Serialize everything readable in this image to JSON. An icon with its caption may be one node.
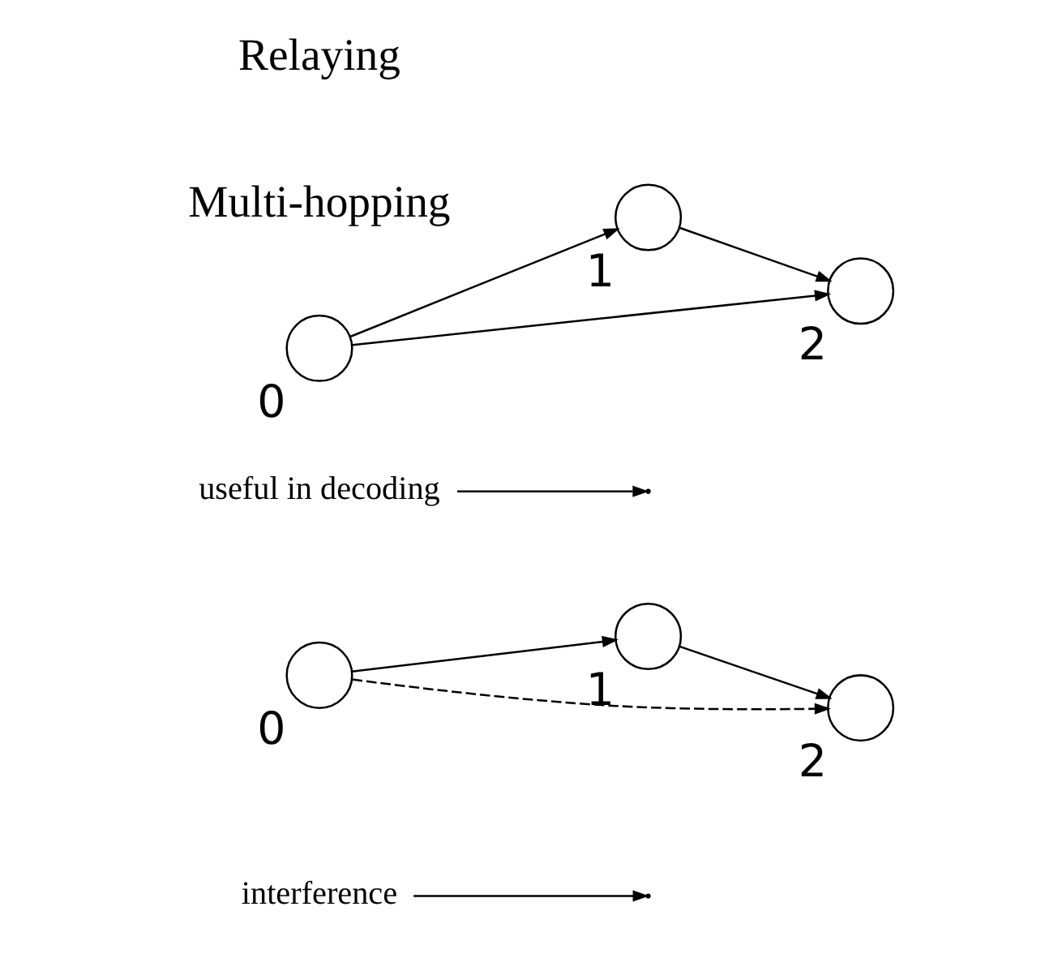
{
  "diagram": {
    "nodes": [
      {
        "text": [
          "interference"
        ]
      },
      {
        "text": [],
        "shape": "circle",
        "beside": [
          "0"
        ]
      },
      {
        "text": [],
        "shape": "circle",
        "beside": [
          "1"
        ]
      },
      {
        "text": [],
        "shape": "circle",
        "beside": [
          "2"
        ]
      },
      {
        "text": [
          "useful in decoding"
        ]
      },
      {
        "text": [],
        "shape": "circle",
        "beside": [
          "0"
        ]
      },
      {
        "text": [],
        "shape": "circle",
        "beside": [
          "1"
        ]
      },
      {
        "text": [],
        "shape": "circle",
        "beside": [
          "2"
        ]
      }
    ],
    "edges": [
      {
        "from": 1,
        "to": 3,
        "arrow": "to",
        "style": "dashed"
      },
      {
        "from": 0,
        "to": null,
        "arrow": "to"
      },
      {
        "from": 1,
        "to": 2,
        "arrow": "to"
      },
      {
        "from": 2,
        "to": 3,
        "arrow": "to"
      },
      {
        "from": 5,
        "to": 7,
        "arrow": "to"
      },
      {
        "from": 4,
        "to": null,
        "arrow": "to"
      },
      {
        "from": 5,
        "to": 6,
        "arrow": "to"
      },
      {
        "from": 6,
        "to": 7,
        "arrow": "to"
      }
    ],
    "labels": [
      "Multi-hopping",
      "Relaying"
    ]
  }
}
